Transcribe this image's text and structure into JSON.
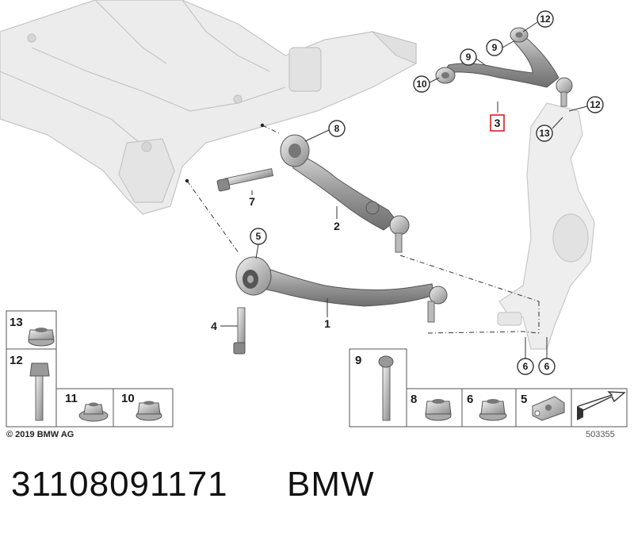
{
  "diagram": {
    "part_labels": [
      "1",
      "2",
      "3",
      "4",
      "5",
      "6",
      "6",
      "7",
      "8",
      "9",
      "9",
      "10",
      "11",
      "12",
      "13"
    ],
    "hardware_boxes": {
      "left": [
        {
          "label": "13",
          "icon": "flange-nut-icon"
        },
        {
          "label": "12",
          "icon": "bolt-icon"
        },
        {
          "label": "11",
          "icon": "washer-nut-icon"
        },
        {
          "label": "10",
          "icon": "flange-nut-icon"
        }
      ],
      "right": [
        {
          "label": "9",
          "icon": "long-bolt-icon"
        },
        {
          "label": "8",
          "icon": "flange-nut-icon"
        },
        {
          "label": "6",
          "icon": "flange-nut-icon"
        },
        {
          "label": "5",
          "icon": "bracket-clip-icon"
        },
        {
          "label": "",
          "icon": "arrow-icon"
        }
      ]
    },
    "copyright": "© 2019 BMW AG",
    "drawing_number": "503355"
  },
  "part_number": "31108091171",
  "brand": "BMW"
}
